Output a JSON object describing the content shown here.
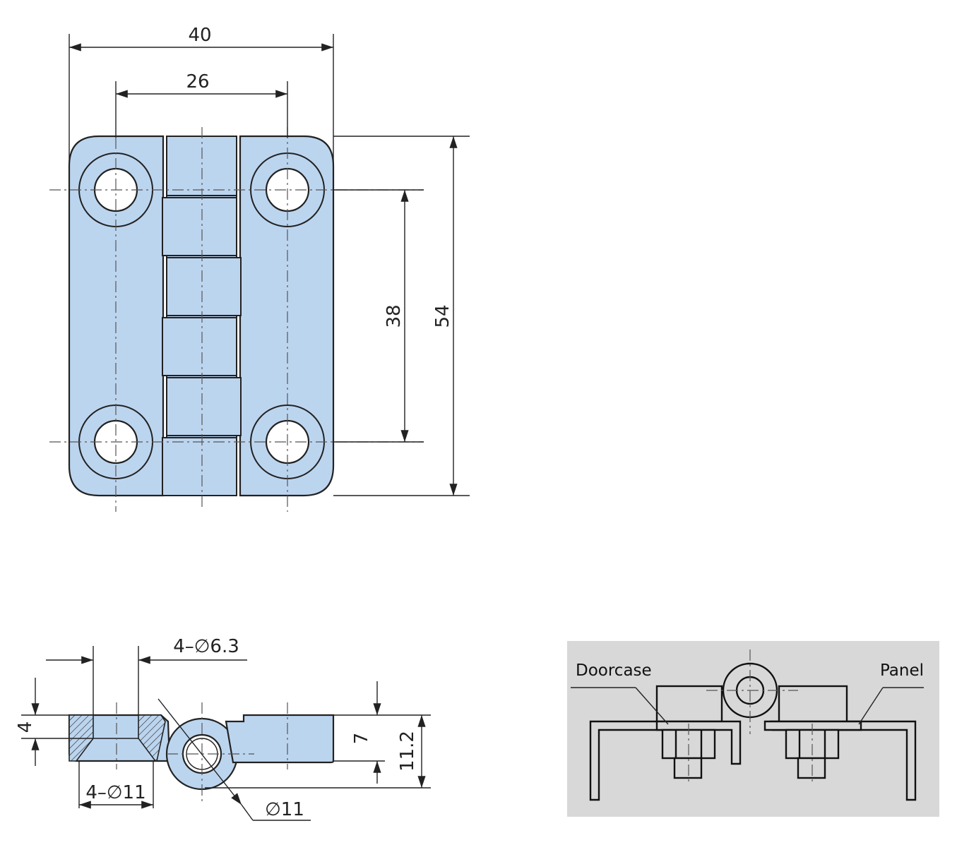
{
  "front_view": {
    "dim_overall_width": "40",
    "dim_hole_spacing_horizontal": "26",
    "dim_hole_spacing_vertical": "38",
    "dim_overall_height": "54"
  },
  "side_view": {
    "dim_hole_diameter": "4–∅6.3",
    "dim_counterbore_diameter": "4–∅11",
    "dim_leaf_thickness": "4",
    "dim_knuckle_height": "7",
    "dim_total_height": "11.2",
    "dim_knuckle_diameter": "∅11"
  },
  "installation": {
    "label_doorcase": "Doorcase",
    "label_panel": "Panel",
    "background_color": "#d8d8d8"
  },
  "colors": {
    "part_fill": "#bcd5ef",
    "line": "#222222"
  }
}
